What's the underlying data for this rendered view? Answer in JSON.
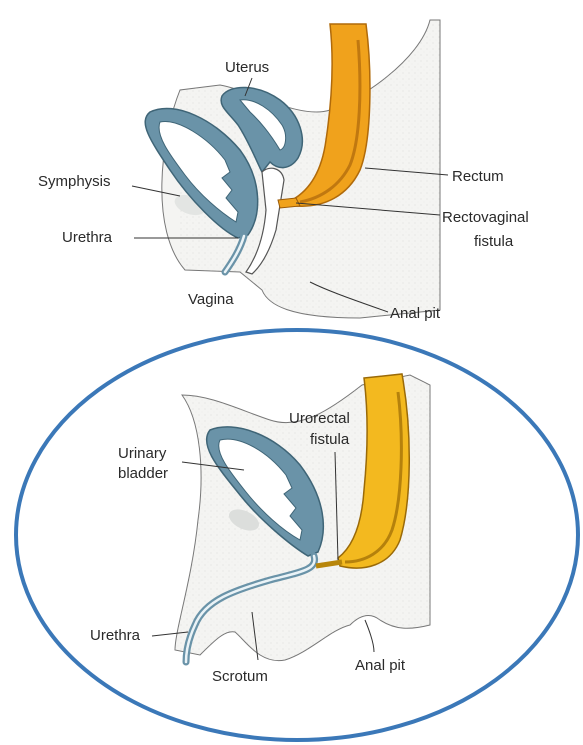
{
  "top_diagram": {
    "labels": {
      "uterus": "Uterus",
      "symphysis": "Symphysis",
      "urethra": "Urethra",
      "vagina": "Vagina",
      "rectum": "Rectum",
      "rectovaginal_fistula_line1": "Rectovaginal",
      "rectovaginal_fistula_line2": "fistula",
      "anal_pit": "Anal pit"
    }
  },
  "bottom_diagram": {
    "labels": {
      "urinary_bladder_line1": "Urinary",
      "urinary_bladder_line2": "bladder",
      "urorectal_fistula_line1": "Urorectal",
      "urorectal_fistula_line2": "fistula",
      "urethra": "Urethra",
      "scrotum": "Scrotum",
      "anal_pit": "Anal pit"
    }
  },
  "colors": {
    "rectum_top": "#f0a21c",
    "rectum_bottom": "#f3b91f",
    "organ_blue": "#6a93a8",
    "ellipse_outline": "#3b78b8"
  }
}
